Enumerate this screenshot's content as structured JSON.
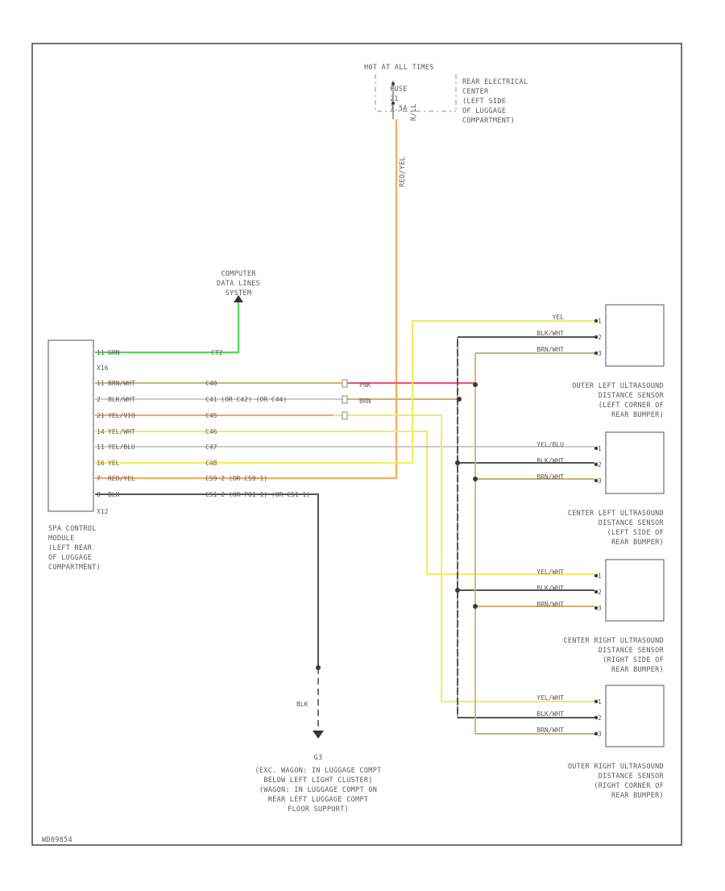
{
  "diagram": {
    "footer_code": "WD09854",
    "power": {
      "hot_label": "HOT AT ALL TIMES",
      "fuse_label": "FUSE",
      "fuse_number": "21",
      "fuse_rating": "7.5A",
      "fuse_tag": "R/LL",
      "center_lines": [
        "REAR ELECTRICAL",
        "CENTER",
        "(LEFT SIDE",
        "OF LUGGAGE",
        "COMPARTMENT)"
      ],
      "feed_wire": "RED/YEL"
    },
    "data_link": {
      "lines": [
        "COMPUTER",
        "DATA LINES",
        "SYSTEM"
      ],
      "wire_color": "GRN",
      "circuit": "CT2"
    },
    "module": {
      "connector_top": "X16",
      "connector_bottom": "X12",
      "label_lines": [
        "SPA CONTROL",
        "MODULE",
        "(LEFT REAR",
        "OF LUGGAGE",
        "COMPARTMENT)"
      ],
      "pins": [
        {
          "pin": "11",
          "wire": "GRN",
          "circuit": "CT2"
        },
        {
          "pin": "11",
          "wire": "BRN/WHT",
          "circuit": "C40"
        },
        {
          "pin": "2",
          "wire": "BLK/WHT",
          "circuit": "C41   (OR C42)   (OR C44)"
        },
        {
          "pin": "21",
          "wire": "YEL/VIO",
          "circuit": "C45"
        },
        {
          "pin": "14",
          "wire": "YEL/WHT",
          "circuit": "C46"
        },
        {
          "pin": "11",
          "wire": "YEL/BLU",
          "circuit": "C47"
        },
        {
          "pin": "16",
          "wire": "YEL",
          "circuit": "C48"
        },
        {
          "pin": "7",
          "wire": "RED/YEL",
          "circuit": "C59-2   (OR C59-1)"
        },
        {
          "pin": "8",
          "wire": "BLK",
          "circuit": "C51-2   (OR P01-1)   (OR C51-1)"
        }
      ]
    },
    "splices": {
      "pink": "PNK",
      "brown": "BRN"
    },
    "ground": {
      "wire": "BLK",
      "name": "G3",
      "lines": [
        "(EXC. WAGON: IN LUGGAGE COMPT",
        "BELOW LEFT LIGHT CLUSTER)",
        "(WAGON: IN LUGGAGE COMPT ON",
        "REAR LEFT LUGGAGE COMPT",
        "FLOOR SUPPORT)"
      ]
    },
    "sensors": [
      {
        "wires": [
          {
            "pin": "1",
            "color": "YEL"
          },
          {
            "pin": "2",
            "color": "BLK/WHT"
          },
          {
            "pin": "3",
            "color": "BRN/WHT"
          }
        ],
        "lines": [
          "OUTER LEFT ULTRASOUND",
          "DISTANCE SENSOR",
          "(LEFT CORNER OF",
          "REAR BUMPER)"
        ]
      },
      {
        "wires": [
          {
            "pin": "1",
            "color": "YEL/BLU"
          },
          {
            "pin": "2",
            "color": "BLK/WHT"
          },
          {
            "pin": "3",
            "color": "BRN/WHT"
          }
        ],
        "lines": [
          "CENTER LEFT ULTRASOUND",
          "DISTANCE SENSOR",
          "(LEFT SIDE OF",
          "REAR BUMPER)"
        ]
      },
      {
        "wires": [
          {
            "pin": "1",
            "color": "YEL/WHT"
          },
          {
            "pin": "2",
            "color": "BLK/WHT"
          },
          {
            "pin": "3",
            "color": "BRN/WHT"
          }
        ],
        "lines": [
          "CENTER RIGHT ULTRASOUND",
          "DISTANCE SENSOR",
          "(RIGHT SIDE OF",
          "REAR BUMPER)"
        ]
      },
      {
        "wires": [
          {
            "pin": "1",
            "color": "YEL/WHT"
          },
          {
            "pin": "2",
            "color": "BLK/WHT"
          },
          {
            "pin": "3",
            "color": "BRN/WHT"
          }
        ],
        "lines": [
          "OUTER RIGHT ULTRASOUND",
          "DISTANCE SENSOR",
          "(RIGHT CORNER OF",
          "REAR BUMPER)"
        ]
      }
    ],
    "colors": {
      "green": "#59d659",
      "orange": "#f5a65b",
      "pink": "#ef4f7a",
      "yellow": "#f2ec5a",
      "olive": "#c9b46b",
      "gray": "#8a8a8a",
      "dark": "#555555"
    }
  }
}
